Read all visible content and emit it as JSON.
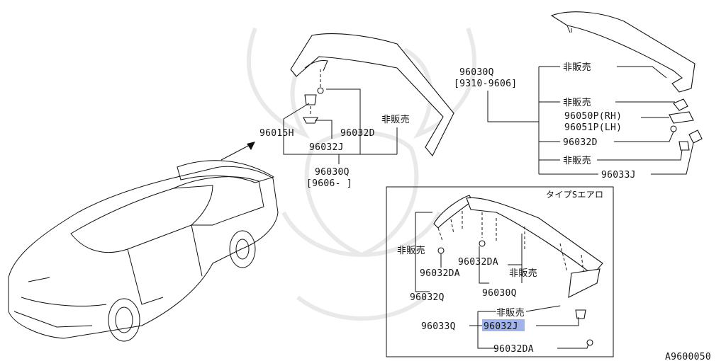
{
  "diagram": {
    "labels": {
      "spoiler_main_pn": "96030Q",
      "spoiler_main_range": "[9606-     ]",
      "not_for_sale_1": "非販売",
      "bolt_pn": "96015H",
      "nut_pn": "96032D",
      "clip_pn": "96032J",
      "early_spoiler_pn": "96030Q",
      "early_spoiler_range": "[9310-9606]",
      "early_not_for_sale_a": "非販売",
      "early_not_for_sale_b": "非販売",
      "bracket_rh_pn": "96050P(RH)",
      "bracket_lh_pn": "96051P(LH)",
      "early_nut_pn": "96032D",
      "early_not_for_sale_c": "非販売",
      "early_seal_pn": "96033J",
      "type_s_title": "タイプSエアロ",
      "ts_not_for_sale_a": "非販売",
      "ts_grommet_a": "96032DA",
      "ts_grommet_pn": "96032Q",
      "ts_grommet_b": "96032DA",
      "ts_not_for_sale_b": "非販売",
      "ts_spoiler_pn": "96030Q",
      "ts_not_for_sale_c": "非販売",
      "ts_seal_pn": "96033Q",
      "ts_clip_pn": "96032J",
      "ts_grommet_c": "96032DA",
      "figure_id": "A9600050"
    }
  }
}
